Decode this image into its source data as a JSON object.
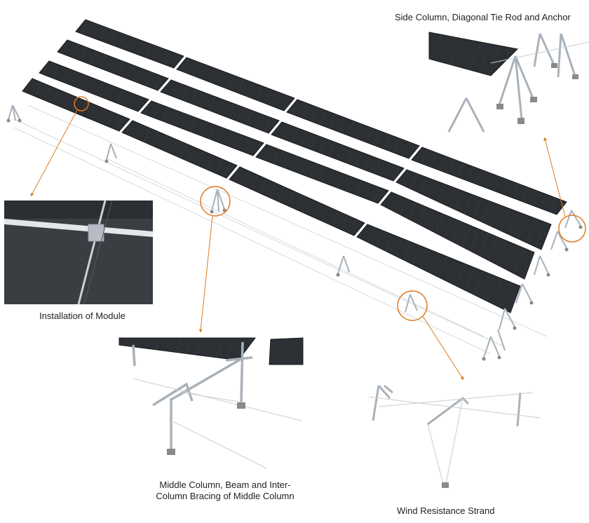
{
  "captions": {
    "side": "Side Column, Diagonal Tie Rod and Anchor",
    "module": "Installation of Module",
    "middle_line1": "Middle Column, Beam and Inter-",
    "middle_line2": "Column Bracing of Middle Column",
    "wind": "Wind Resistance Strand"
  },
  "colors": {
    "panel": "#2a2d31",
    "panel_edge": "#1a1c1f",
    "steel": "#a9b2ba",
    "cable": "#c8ccd0",
    "callout": "#e07a1f",
    "footing": "#8a8a8a"
  }
}
